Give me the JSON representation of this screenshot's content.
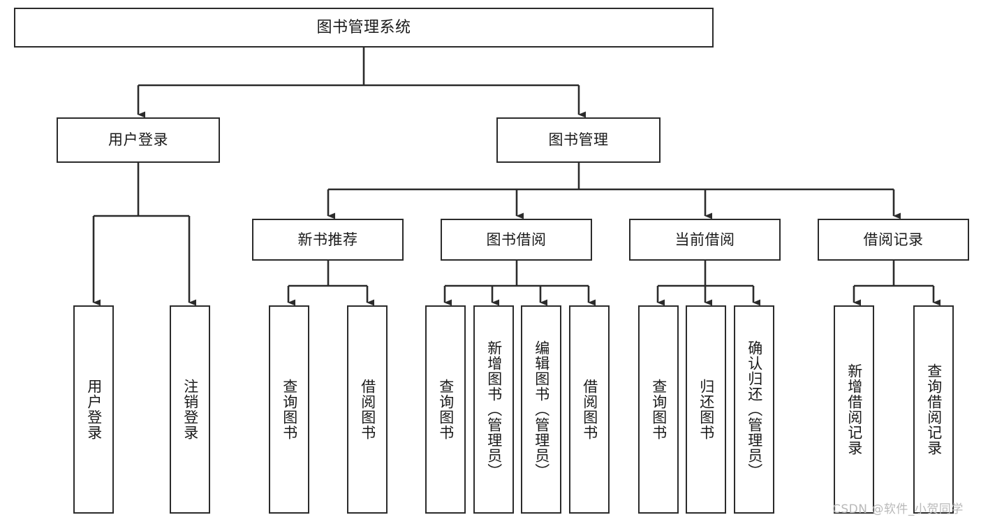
{
  "diagram": {
    "title": "图书管理系统",
    "type": "functional-decomposition-tree",
    "root": {
      "id": "root",
      "label": "图书管理系统"
    },
    "level2": [
      {
        "id": "user-login",
        "label": "用户登录"
      },
      {
        "id": "book-management",
        "label": "图书管理"
      }
    ],
    "level3": [
      {
        "id": "new-book-recommend",
        "label": "新书推荐"
      },
      {
        "id": "book-borrow",
        "label": "图书借阅"
      },
      {
        "id": "current-borrow",
        "label": "当前借阅"
      },
      {
        "id": "borrow-record",
        "label": "借阅记录"
      }
    ],
    "leaves": [
      {
        "id": "leaf-user-login",
        "label": "用户登录",
        "parent": "user-login"
      },
      {
        "id": "leaf-logout-login",
        "label": "注销登录",
        "parent": "user-login"
      },
      {
        "id": "leaf-query-book-1",
        "label": "查询图书",
        "parent": "new-book-recommend"
      },
      {
        "id": "leaf-borrow-book-1",
        "label": "借阅图书",
        "parent": "new-book-recommend"
      },
      {
        "id": "leaf-query-book-2",
        "label": "查询图书",
        "parent": "book-borrow"
      },
      {
        "id": "leaf-add-book",
        "label": "新增图书（管理员）",
        "parent": "book-borrow"
      },
      {
        "id": "leaf-edit-book",
        "label": "编辑图书（管理员）",
        "parent": "book-borrow"
      },
      {
        "id": "leaf-borrow-book-2",
        "label": "借阅图书",
        "parent": "book-borrow"
      },
      {
        "id": "leaf-query-book-3",
        "label": "查询图书",
        "parent": "current-borrow"
      },
      {
        "id": "leaf-return-book",
        "label": "归还图书",
        "parent": "current-borrow"
      },
      {
        "id": "leaf-confirm-return",
        "label": "确认归还（管理员）",
        "parent": "current-borrow"
      },
      {
        "id": "leaf-add-record",
        "label": "新增借阅记录",
        "parent": "borrow-record"
      },
      {
        "id": "leaf-query-record",
        "label": "查询借阅记录",
        "parent": "borrow-record"
      }
    ],
    "colors": {
      "stroke": "#2b2b2b",
      "fill": "#ffffff",
      "text": "#1a1a1a",
      "watermark": "#b9b9b9"
    }
  },
  "watermark": {
    "text": "CSDN @软件_小贺同学"
  }
}
